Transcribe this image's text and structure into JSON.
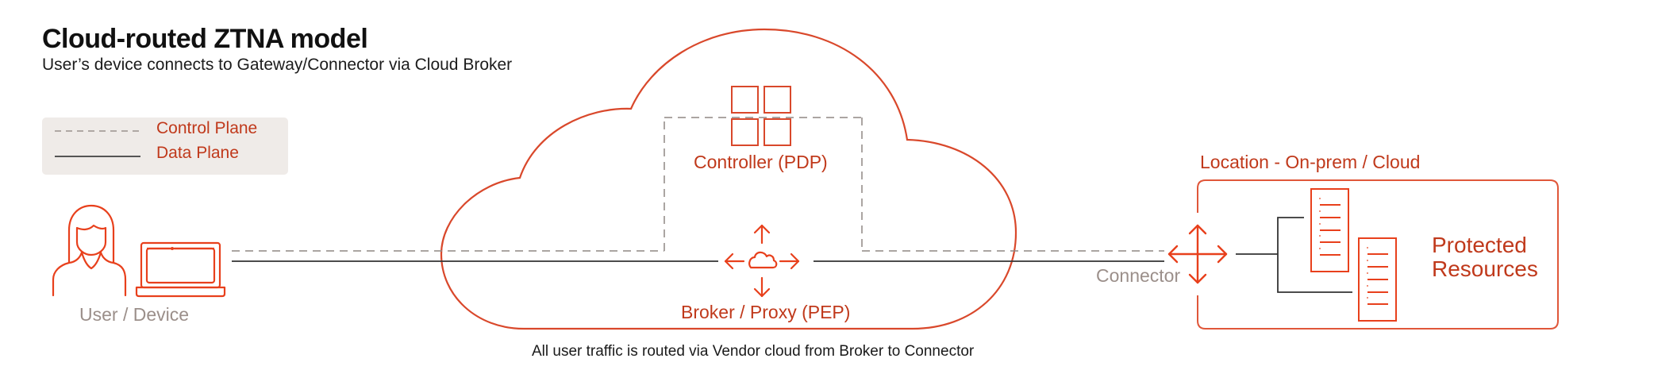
{
  "header": {
    "title": "Cloud-routed ZTNA model",
    "subtitle": "User’s device connects to Gateway/Connector via Cloud Broker"
  },
  "legend": {
    "items": [
      {
        "label": "Control Plane",
        "line_style": "dashed"
      },
      {
        "label": "Data Plane",
        "line_style": "solid"
      }
    ]
  },
  "nodes": {
    "user_device": {
      "label": "User / Device",
      "icons": [
        "person-icon",
        "laptop-icon"
      ]
    },
    "controller": {
      "label": "Controller (PDP)",
      "icon": "grid-icon"
    },
    "broker": {
      "label": "Broker / Proxy (PEP)",
      "icon": "cloud-arrows-icon"
    },
    "connector": {
      "label": "Connector",
      "icon": "four-way-arrows-icon"
    },
    "location": {
      "label": "Location - On-prem / Cloud"
    },
    "resources": {
      "label_line1": "Protected",
      "label_line2": "Resources",
      "icon": "server-icon",
      "count": 2
    }
  },
  "caption": "All user traffic is routed via Vendor cloud from Broker to Connector",
  "colors": {
    "accent_orange": "#e8401c",
    "label_orange": "#c0391b",
    "cloud_stroke": "#d9482b",
    "control_line": "#8f8783",
    "data_line": "#333333",
    "muted_label": "#9b8f8a",
    "legend_bg": "#efebe8"
  }
}
